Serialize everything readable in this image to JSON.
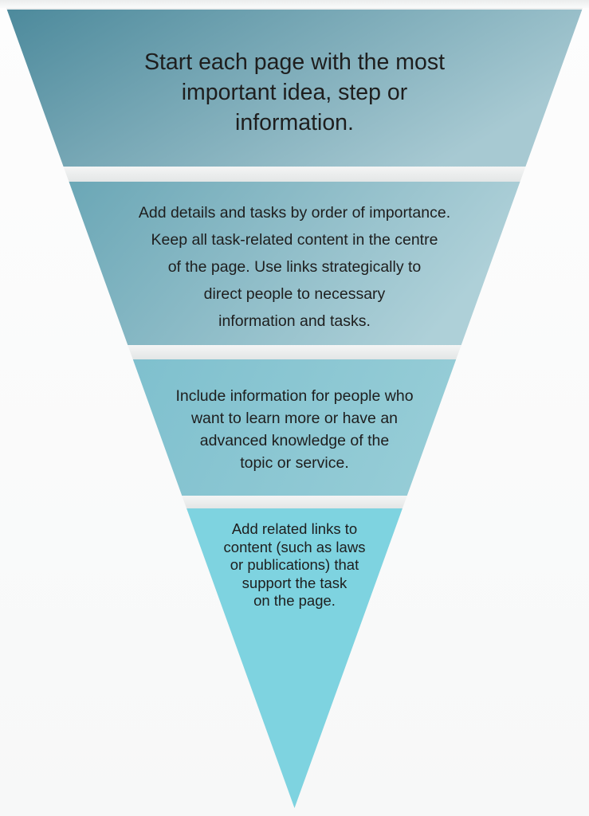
{
  "funnel": {
    "tiers": [
      {
        "id": "tier1",
        "text": "Start each page with the most\nimportant idea, step or\ninformation."
      },
      {
        "id": "tier2",
        "text": "Add details and tasks by order of importance.\nKeep all task-related content in the centre\nof the page. Use links strategically to\ndirect people to necessary\ninformation and tasks."
      },
      {
        "id": "tier3",
        "text": "Include information for people who\nwant to learn more or have an\nadvanced knowledge of the\ntopic or service."
      },
      {
        "id": "tier4",
        "text": "Add related links to\ncontent (such as laws\nor publications) that\nsupport the task\non the page."
      }
    ]
  },
  "colors": {
    "tier1_left": "#4d8a9c",
    "tier1_right": "#a7c9d2",
    "tier2_left": "#6ba7b6",
    "tier2_right": "#aed0d8",
    "tier3_left": "#7fc0ce",
    "tier3_right": "#95ccd6",
    "tier4": "#7ed3e0",
    "base": "#eceeee",
    "gap_top": "#f4f5f5",
    "gap_bottom": "#e3e6e6",
    "top_strip": "#ebeded",
    "background_top": "#fdfdfd",
    "background_bottom": "#f7f8f8",
    "text": "#1e1e1e"
  }
}
